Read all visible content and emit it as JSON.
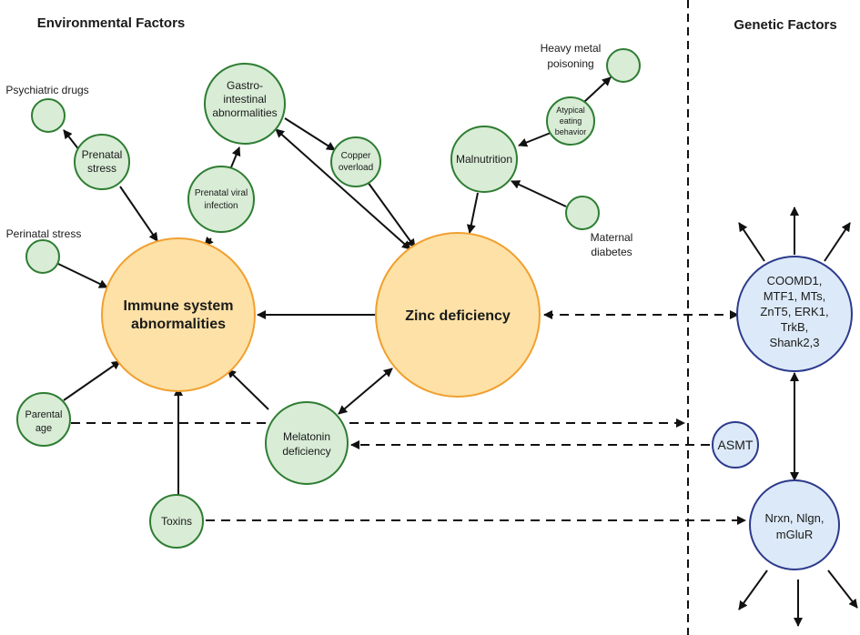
{
  "headers": {
    "environmental": "Environmental Factors",
    "genetic": "Genetic Factors"
  },
  "nodes": {
    "immune": [
      "Immune system",
      "abnormalities"
    ],
    "zinc": [
      "Zinc deficiency"
    ],
    "gastro": [
      "Gastro-",
      "intestinal",
      "abnormalities"
    ],
    "copper": [
      "Copper",
      "overload"
    ],
    "malnutrition": [
      "Malnutrition"
    ],
    "atypical": [
      "Atypical",
      "eating",
      "behavior"
    ],
    "heavy_metal": [
      "Heavy metal",
      "poisoning"
    ],
    "maternal": [
      "Maternal",
      "diabetes"
    ],
    "psychiatric": [
      "Psychiatric drugs"
    ],
    "prenatal_stress": [
      "Prenatal",
      "stress"
    ],
    "prenatal_viral": [
      "Prenatal viral",
      "infection"
    ],
    "perinatal": [
      "Perinatal stress"
    ],
    "parental": [
      "Parental",
      "age"
    ],
    "melatonin": [
      "Melatonin",
      "deficiency"
    ],
    "toxins": [
      "Toxins"
    ],
    "coomd": [
      "COOMD1,",
      "MTF1, MTs,",
      "ZnT5, ERK1,",
      "TrkB,",
      "Shank2,3"
    ],
    "asmt": [
      "ASMT"
    ],
    "nrxn": [
      "Nrxn, Nlgn,",
      "mGluR"
    ]
  },
  "colors": {
    "environmental_fill": "#d8ecd6",
    "environmental_stroke": "#2e7d32",
    "central_fill": "#fde1a6",
    "central_stroke": "#f0a030",
    "genetic_fill": "#dce9f8",
    "genetic_stroke": "#2c3a8c"
  }
}
